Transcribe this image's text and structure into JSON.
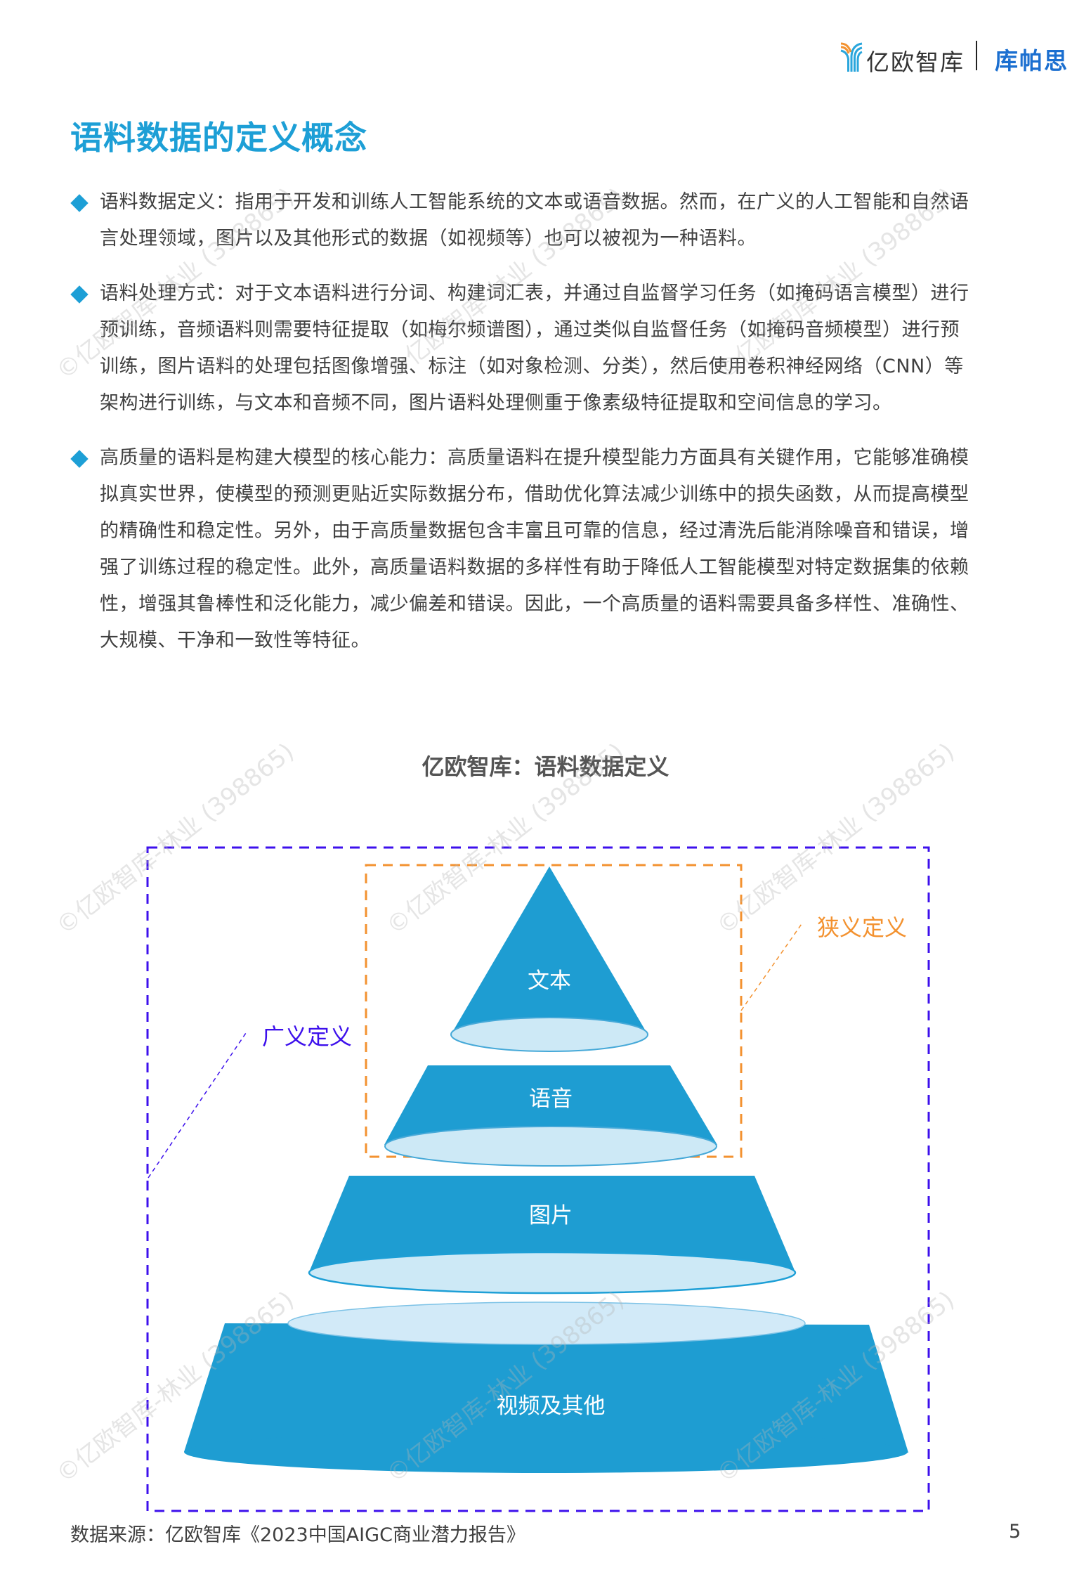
{
  "header": {
    "logo_text": "亿欧智库",
    "partner_text": "库帕思",
    "logo_icon": "yiou-logo-icon"
  },
  "page_title": "语料数据的定义概念",
  "bullets": [
    {
      "icon": "diamond-bullet-icon",
      "lines": [
        "语料数据定义：指用于开发和训练人工智能系统的文本或语音数据。然而，在广义的人工智能和自然语",
        "言处理领域，图片以及其他形式的数据（如视频等）也可以被视为一种语料。"
      ]
    },
    {
      "icon": "diamond-bullet-icon",
      "lines": [
        "语料处理方式：对于文本语料进行分词、构建词汇表，并通过自监督学习任务（如掩码语言模型）进行",
        "预训练，音频语料则需要特征提取（如梅尔频谱图），通过类似自监督任务（如掩码音频模型）进行预",
        "训练，图片语料的处理包括图像增强、标注（如对象检测、分类），然后使用卷积神经网络（CNN）等",
        "架构进行训练，与文本和音频不同，图片语料处理侧重于像素级特征提取和空间信息的学习。"
      ]
    },
    {
      "icon": "diamond-bullet-icon",
      "lines": [
        "高质量的语料是构建大模型的核心能力：高质量语料在提升模型能力方面具有关键作用，它能够准确模",
        "拟真实世界，使模型的预测更贴近实际数据分布，借助优化算法减少训练中的损失函数，从而提高模型",
        "的精确性和稳定性。另外，由于高质量数据包含丰富且可靠的信息，经过清洗后能消除噪音和错误，增",
        "强了训练过程的稳定性。此外，高质量语料数据的多样性有助于降低人工智能模型对特定数据集的依赖",
        "性，增强其鲁棒性和泛化能力，减少偏差和错误。因此，一个高质量的语料需要具备多样性、准确性、",
        "大规模、干净和一致性等特征。"
      ]
    }
  ],
  "diagram": {
    "title": "亿欧智库：语料数据定义",
    "tiers": [
      {
        "label": "文本"
      },
      {
        "label": "语音"
      },
      {
        "label": "图片"
      },
      {
        "label": "视频及其他"
      }
    ],
    "narrow_label": "狭义定义",
    "broad_label": "广义定义",
    "colors": {
      "tier_fill": "#1e9dd2",
      "ellipse_fill": "#cde9f6",
      "narrow": "#f39230",
      "broad": "#3d10ec"
    }
  },
  "footer": {
    "source": "数据来源：亿欧智库《2023中国AIGC商业潜力报告》",
    "page_number": "5"
  },
  "watermark": "©亿欧智库-林业 (398865)"
}
